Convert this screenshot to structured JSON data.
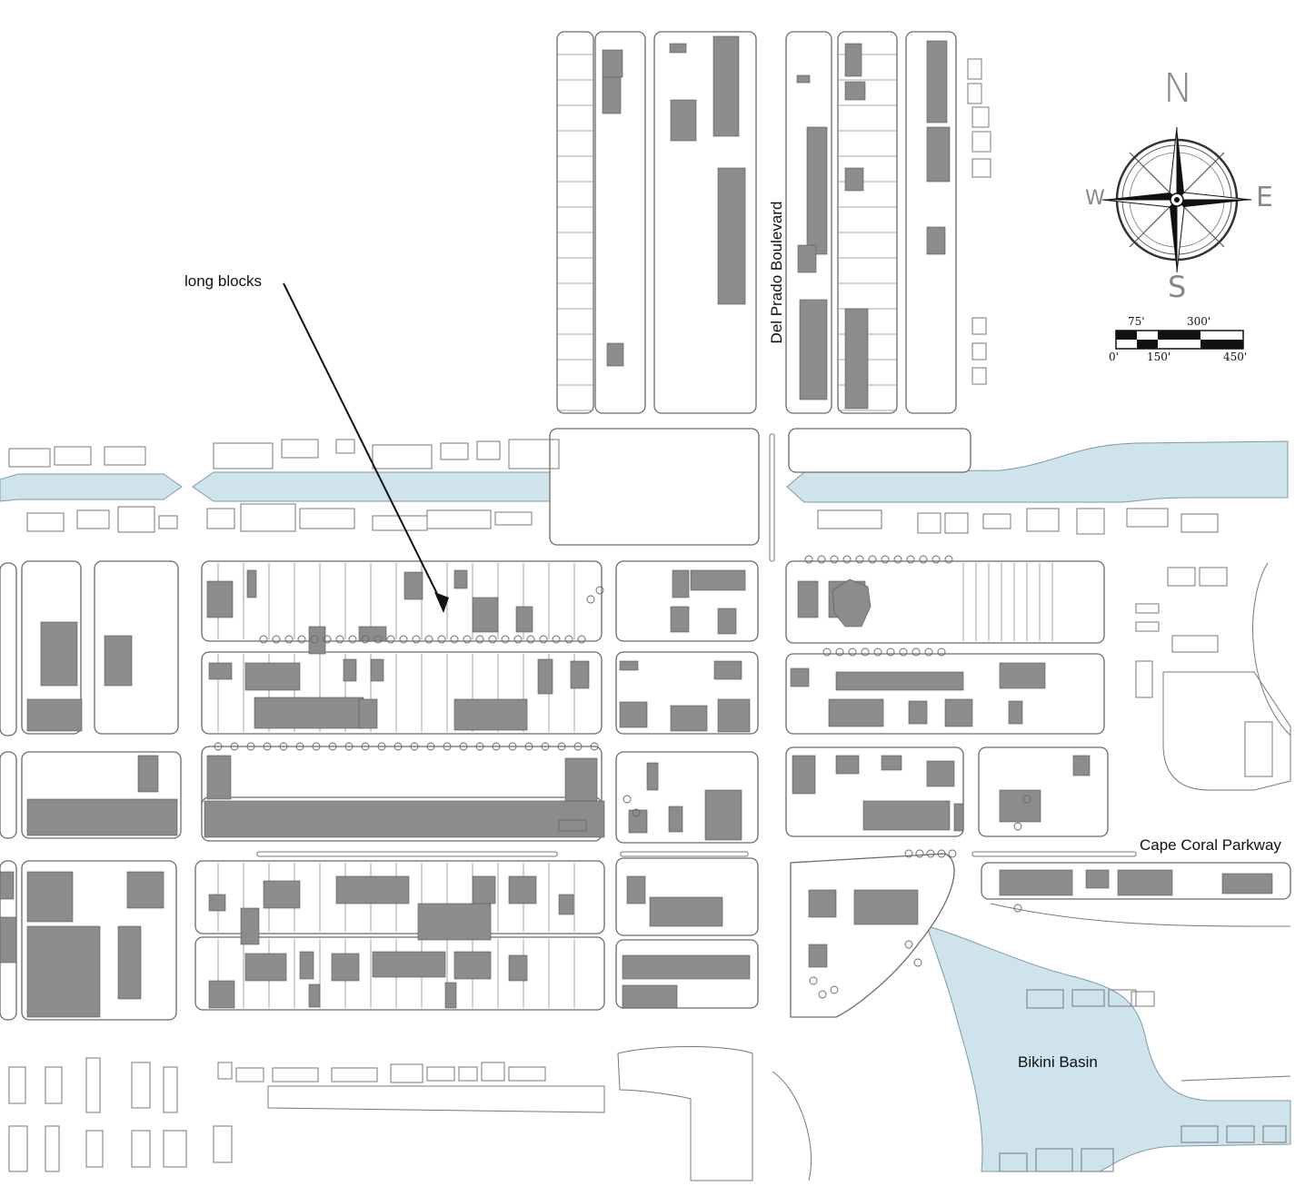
{
  "labels": {
    "del_prado": "Del Prado Boulevard",
    "long_blocks": "long blocks",
    "cape_coral": "Cape Coral Parkway",
    "bikini_basin": "Bikini Basin"
  },
  "compass": {
    "n": "N",
    "s": "S",
    "e": "E",
    "w": "W"
  },
  "scale_bar": {
    "top_labels": [
      "75'",
      "300'"
    ],
    "bottom_labels": [
      "0'",
      "150'",
      "450'"
    ]
  },
  "colors": {
    "water": "#cfe3ec",
    "building": "#8c8c8c",
    "outline": "#6a6a6a"
  }
}
